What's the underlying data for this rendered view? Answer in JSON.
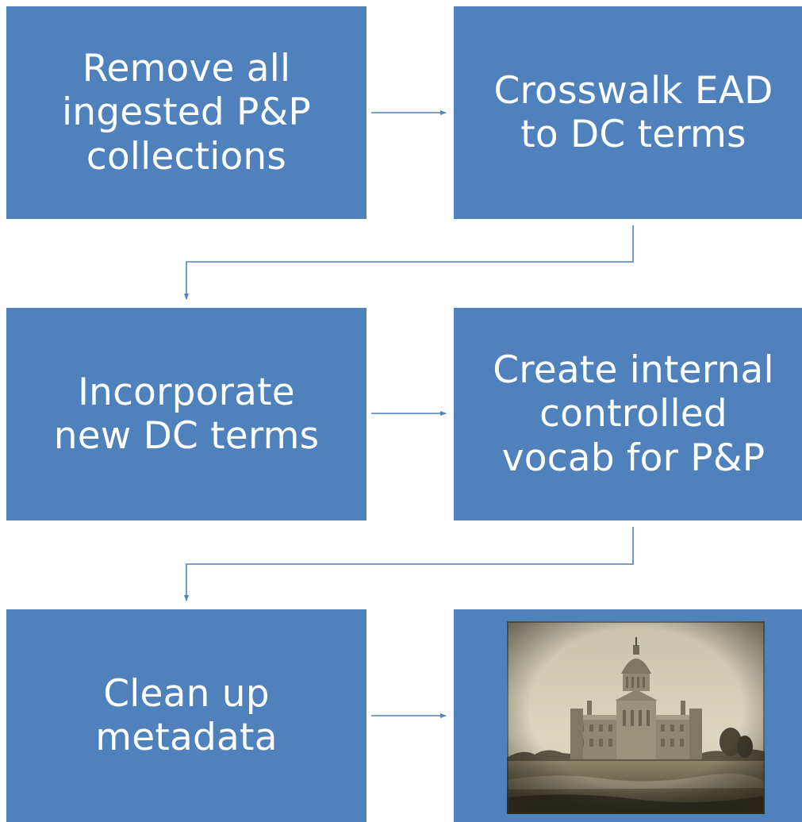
{
  "diagram": {
    "colors": {
      "box_fill": "#4f81bd",
      "box_text": "#ffffff",
      "connector": "#4f81bd"
    },
    "steps": [
      {
        "lines": [
          "Remove all",
          "ingested P&P",
          "collections"
        ]
      },
      {
        "lines": [
          "Crosswalk EAD",
          "to DC terms"
        ]
      },
      {
        "lines": [
          "Incorporate",
          "new DC terms"
        ]
      },
      {
        "lines": [
          "Create internal",
          "controlled",
          "vocab for P&P"
        ]
      },
      {
        "lines": [
          "Clean up",
          "metadata"
        ]
      },
      {
        "image": "sepia-photograph-of-domed-capitol-building"
      }
    ]
  }
}
